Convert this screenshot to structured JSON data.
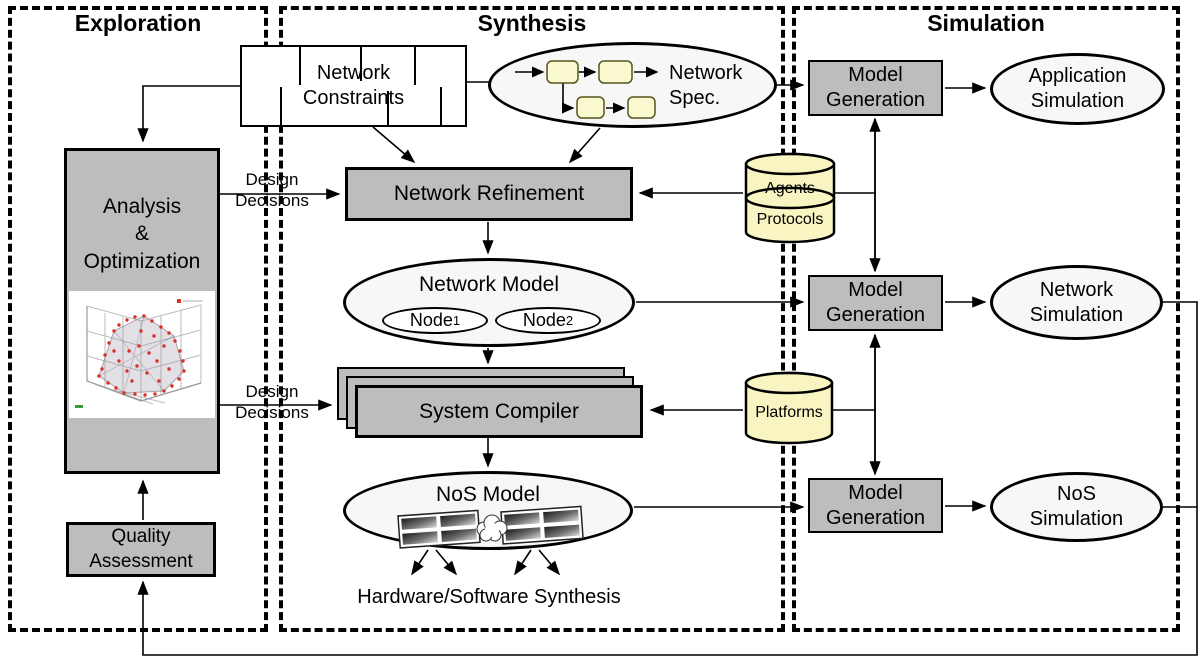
{
  "sections": {
    "exploration": "Exploration",
    "synthesis": "Synthesis",
    "simulation": "Simulation"
  },
  "exploration": {
    "analysis_line1": "Analysis",
    "analysis_line2": "&",
    "analysis_line3": "Optimization",
    "quality_line1": "Quality",
    "quality_line2": "Assessment"
  },
  "synthesis": {
    "constraints_line1": "Network",
    "constraints_line2": "Constraints",
    "spec_line1": "Network",
    "spec_line2": "Spec.",
    "refinement": "Network Refinement",
    "network_model_title": "Network Model",
    "node_label": "Node",
    "node1_sub": "1",
    "node2_sub": "2",
    "compiler": "System Compiler",
    "nos_model_title": "NoS Model",
    "hw_sw_synthesis": "Hardware/Software Synthesis",
    "design_line1": "Design",
    "design_line2": "Decisions"
  },
  "databases": {
    "agents": "Agents",
    "protocols": "Protocols",
    "platforms": "Platforms"
  },
  "simulation": {
    "mg_line1": "Model",
    "mg_line2": "Generation",
    "app_line1": "Application",
    "app_line2": "Simulation",
    "net_line1": "Network",
    "net_line2": "Simulation",
    "nos_line1": "NoS",
    "nos_line2": "Simulation"
  },
  "icons": {
    "database": "cylinder-icon",
    "cloud": "cloud-icon",
    "chip": "chip-grid-icon",
    "plot": "pareto-3d-plot-icon"
  },
  "colors": {
    "box-gray": "#bdbdbd",
    "ellipse-light": "#f7f7f7",
    "db-yellow": "#f8f5c2",
    "spec-yellow": "#fbf9d0",
    "line-black": "#000000"
  }
}
